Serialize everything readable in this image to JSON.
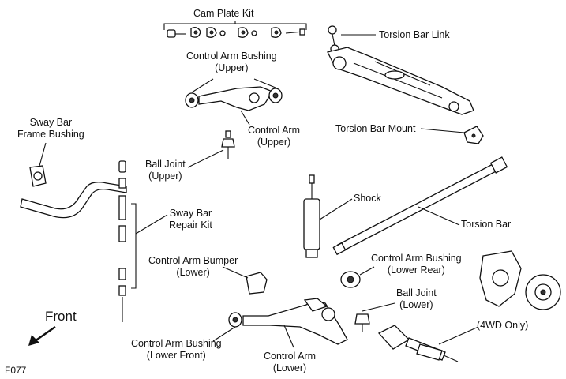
{
  "labels": {
    "cam_plate_kit": "Cam Plate Kit",
    "torsion_bar_link": "Torsion Bar Link",
    "control_arm_bushing_upper_1": "Control Arm Bushing",
    "control_arm_bushing_upper_2": "(Upper)",
    "sway_bar_frame_bushing_1": "Sway Bar",
    "sway_bar_frame_bushing_2": "Frame Bushing",
    "control_arm_upper_1": "Control Arm",
    "control_arm_upper_2": "(Upper)",
    "torsion_bar_mount": "Torsion Bar Mount",
    "ball_joint_upper_1": "Ball Joint",
    "ball_joint_upper_2": "(Upper)",
    "shock": "Shock",
    "sway_bar_repair_kit_1": "Sway Bar",
    "sway_bar_repair_kit_2": "Repair Kit",
    "torsion_bar": "Torsion Bar",
    "control_arm_bumper_1": "Control Arm Bumper",
    "control_arm_bumper_2": "(Lower)",
    "control_arm_bushing_lower_rear_1": "Control Arm Bushing",
    "control_arm_bushing_lower_rear_2": "(Lower Rear)",
    "ball_joint_lower_1": "Ball Joint",
    "ball_joint_lower_2": "(Lower)",
    "four_wd_only": "(4WD Only)",
    "control_arm_bushing_lower_front_1": "Control Arm Bushing",
    "control_arm_bushing_lower_front_2": "(Lower Front)",
    "control_arm_lower_1": "Control Arm",
    "control_arm_lower_2": "(Lower)",
    "front": "Front",
    "figure_id": "F077"
  }
}
